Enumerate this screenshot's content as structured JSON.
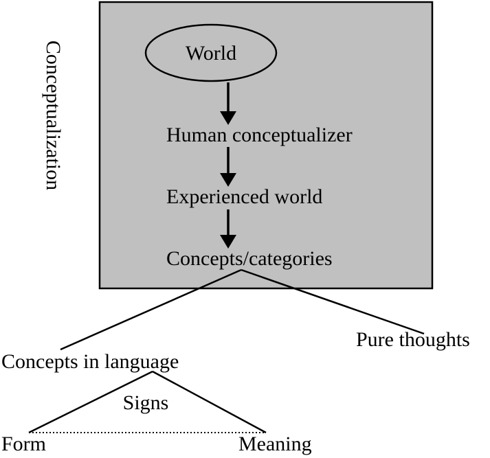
{
  "side_label": "Conceptualization",
  "nodes": {
    "world": "World",
    "human_conceptualizer": "Human conceptualizer",
    "experienced_world": "Experienced world",
    "concepts_categories": "Concepts/categories",
    "pure_thoughts": "Pure thoughts",
    "concepts_in_language": "Concepts in language",
    "signs": "Signs",
    "form": "Form",
    "meaning": "Meaning"
  },
  "colors": {
    "box_fill": "#c0c0c0",
    "stroke": "#000000",
    "ellipse_fill": "#c0c0c0",
    "background": "#ffffff"
  }
}
